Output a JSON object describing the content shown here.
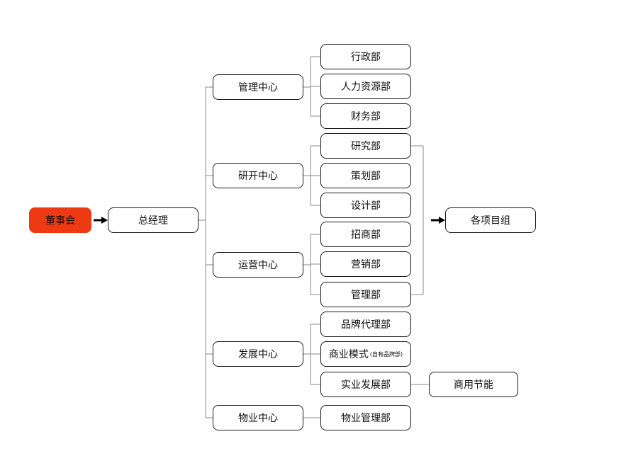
{
  "root": "董事会",
  "gm": "总经理",
  "centers": [
    {
      "label": "管理中心",
      "departments": [
        "行政部",
        "人力资源部",
        "财务部"
      ]
    },
    {
      "label": "研开中心",
      "departments": [
        "研究部",
        "策划部",
        "设计部"
      ]
    },
    {
      "label": "运营中心",
      "departments": [
        "招商部",
        "营销部",
        "管理部"
      ]
    },
    {
      "label": "发展中心",
      "departments": [
        "品牌代理部",
        "商业模式",
        "实业发展部"
      ]
    },
    {
      "label": "物业中心",
      "departments": [
        "物业管理部"
      ]
    }
  ],
  "business_model_note": "(自有品牌部)",
  "project_groups": "各项目组",
  "commercial_energy": "商用节能"
}
